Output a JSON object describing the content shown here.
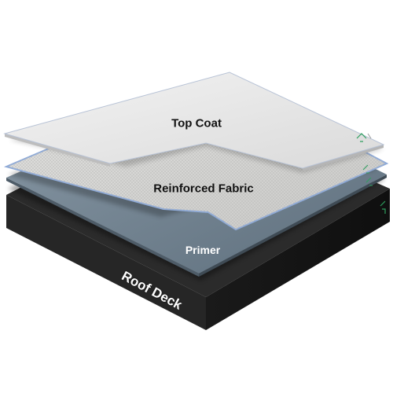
{
  "diagram": {
    "layers": [
      {
        "id": "top-coat",
        "label": "Top Coat"
      },
      {
        "id": "reinforced-fabric",
        "label": "Reinforced Fabric"
      },
      {
        "id": "primer",
        "label": "Primer"
      },
      {
        "id": "roof-deck",
        "label": "Roof Deck"
      }
    ],
    "colors": {
      "top_coat": "#ececec",
      "fabric": "#d5d5d3",
      "fabric_edge": "#8eaad8",
      "primer": "#6f8190",
      "deck_top": "#242424",
      "deck_side": "#161616",
      "logo": "#2e9f5e"
    }
  }
}
